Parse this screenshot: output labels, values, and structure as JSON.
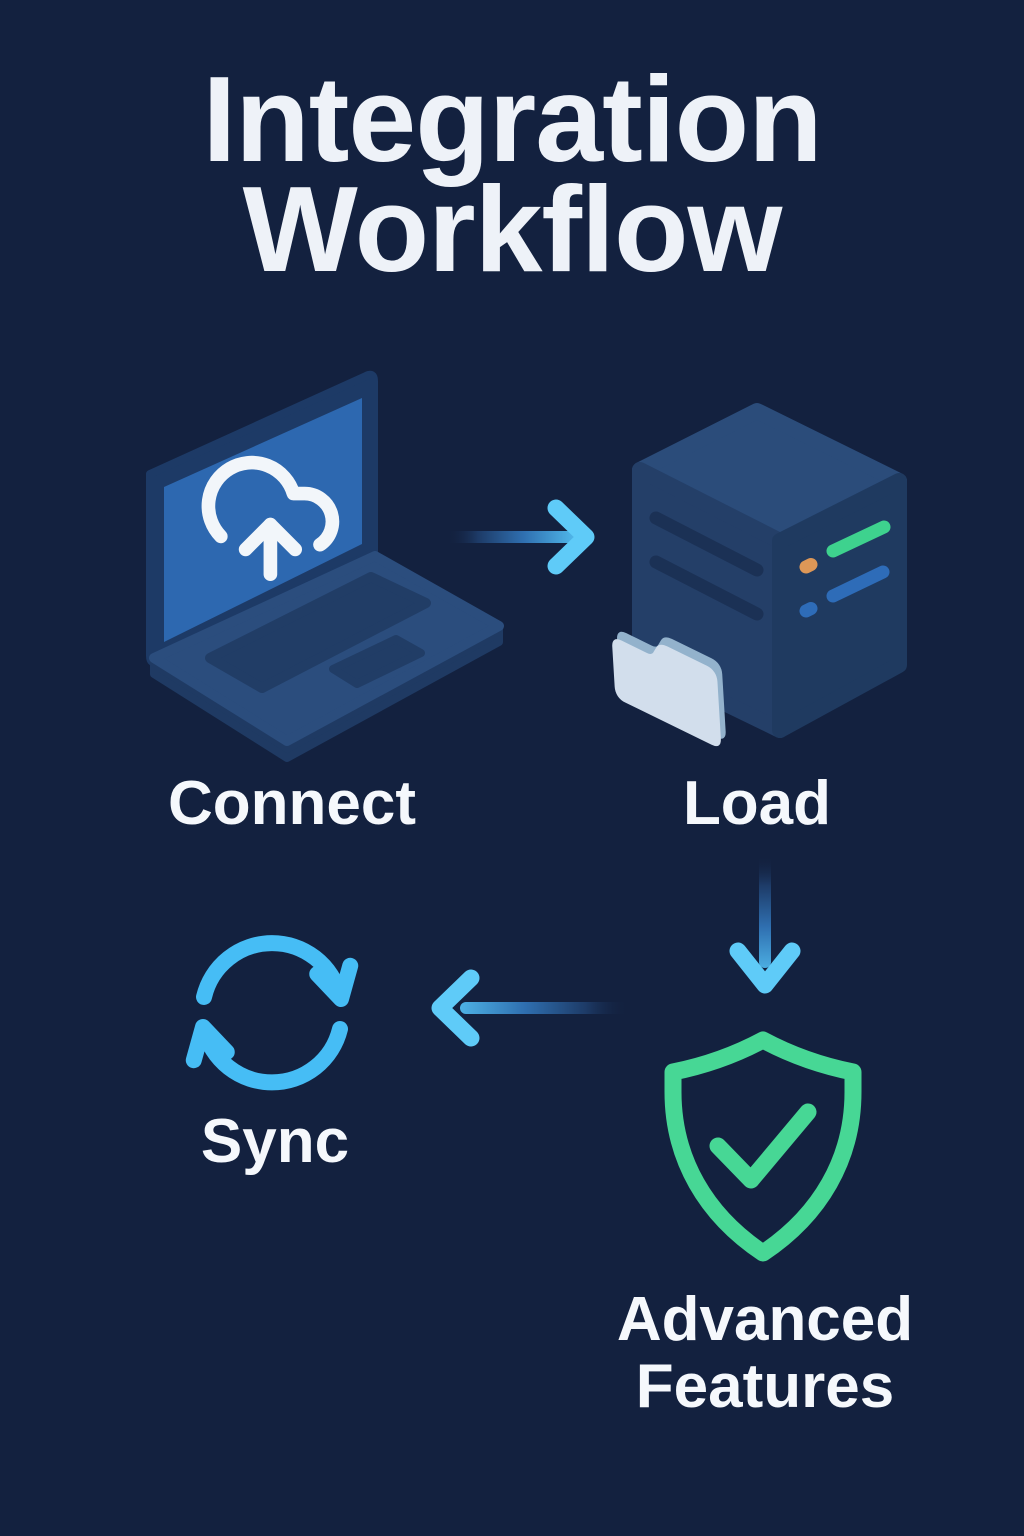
{
  "title": "Integration Workflow",
  "steps": [
    {
      "name": "connect",
      "label": "Connect",
      "icon": "laptop-cloud-upload-icon"
    },
    {
      "name": "load",
      "label": "Load",
      "icon": "server-folder-icon"
    },
    {
      "name": "sync",
      "label": "Sync",
      "icon": "sync-arrows-icon"
    },
    {
      "name": "advanced_features",
      "label": "Advanced Features",
      "icon": "shield-check-icon"
    }
  ],
  "flow_order": [
    "Connect",
    "Load",
    "Advanced Features",
    "Sync"
  ],
  "colors": {
    "background": "#13213f",
    "title_text": "#eef2f8",
    "label_text": "#f5f8fc",
    "arrow_bright_blue": "#5fcbf8",
    "sync_blue": "#46bdf5",
    "shield_green": "#47d795",
    "laptop_screen_blue": "#2d68b0",
    "laptop_body_blue": "#2b4d7d",
    "laptop_bezel_navy": "#1d3a66",
    "server_top_blue": "#2b4c7a",
    "server_left_blue": "#243f68",
    "server_right_blue": "#1f3a60",
    "server_stripe_navy": "#1b3155",
    "folder_light": "#d2deec",
    "folder_edge": "#93b2cc",
    "indicator_green": "#3ed28e",
    "indicator_orange": "#dd9757",
    "indicator_blue": "#2e6cb8",
    "cloud_icon_white": "#f2f6fa"
  }
}
